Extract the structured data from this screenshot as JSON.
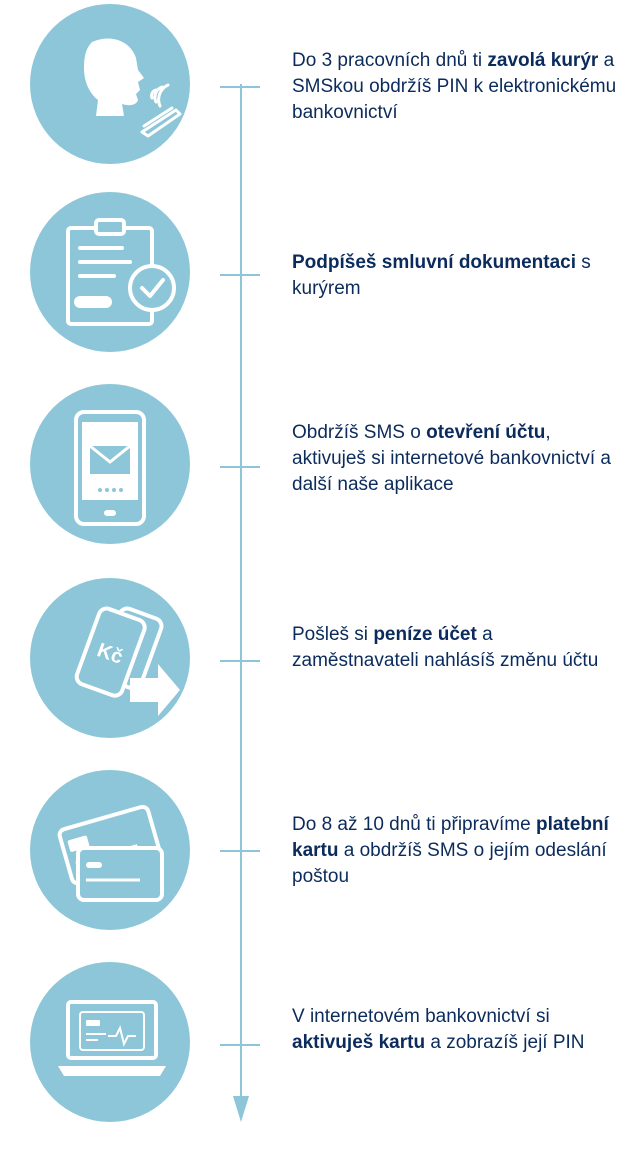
{
  "steps": [
    {
      "icon": "courier-call-icon",
      "segments": [
        {
          "text": "Do 3 pracovních dnů ti ",
          "bold": false
        },
        {
          "text": "zavolá kurýr",
          "bold": true
        },
        {
          "text": " a SMSkou obdržíš PIN k elektronickému bankovnictví",
          "bold": false
        }
      ]
    },
    {
      "icon": "signed-document-icon",
      "segments": [
        {
          "text": "Podpíšeš smluvní dokumentaci",
          "bold": true
        },
        {
          "text": " s kurýrem",
          "bold": false
        }
      ]
    },
    {
      "icon": "phone-sms-icon",
      "segments": [
        {
          "text": "Obdržíš SMS o ",
          "bold": false
        },
        {
          "text": "otevření účtu",
          "bold": true
        },
        {
          "text": ", aktivuješ si internetové bankovnictví a další naše aplikace",
          "bold": false
        }
      ]
    },
    {
      "icon": "money-transfer-icon",
      "segments": [
        {
          "text": "Pošleš si ",
          "bold": false
        },
        {
          "text": "peníze účet",
          "bold": true
        },
        {
          "text": " a zaměstnavateli nahlásíš změnu účtu",
          "bold": false
        }
      ]
    },
    {
      "icon": "payment-cards-icon",
      "segments": [
        {
          "text": "Do 8 až 10 dnů ti připravíme ",
          "bold": false
        },
        {
          "text": "platební kartu",
          "bold": true
        },
        {
          "text": " a obdržíš SMS o jejím odeslání poštou",
          "bold": false
        }
      ]
    },
    {
      "icon": "laptop-card-icon",
      "segments": [
        {
          "text": "V internetovém bankovnictví si ",
          "bold": false
        },
        {
          "text": "aktivuješ kartu",
          "bold": true
        },
        {
          "text": " a zobrazíš její PIN",
          "bold": false
        }
      ]
    }
  ],
  "colors": {
    "accent": "#8cc6d8",
    "text": "#0b2b5c",
    "icon": "#ffffff"
  }
}
